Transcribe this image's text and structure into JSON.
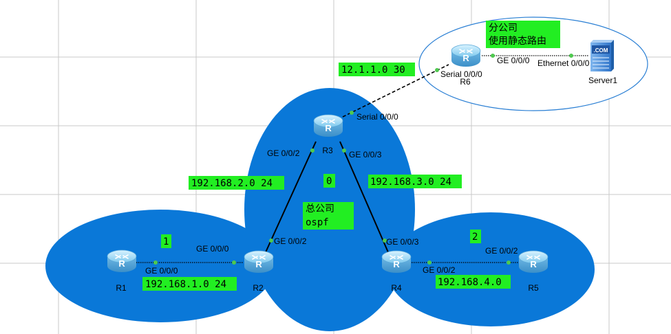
{
  "colors": {
    "area": "#0a78d8",
    "label_bg": "#22ee22",
    "link": "#000000",
    "port_dot": "#4fc94f",
    "grid": "#c8c8c8",
    "branch_outline": "#2a7fd4"
  },
  "areas": {
    "area0": {
      "id": "0",
      "name_line1": "总公司",
      "name_line2": "ospf"
    },
    "area1": {
      "id": "1"
    },
    "area2": {
      "id": "2"
    },
    "branch": {
      "name_line1": "分公司",
      "name_line2": "使用静态路由"
    }
  },
  "devices": {
    "r1": {
      "name": "R1",
      "icon": "router-icon"
    },
    "r2": {
      "name": "R2",
      "icon": "router-icon"
    },
    "r3": {
      "name": "R3",
      "icon": "router-icon"
    },
    "r4": {
      "name": "R4",
      "icon": "router-icon"
    },
    "r5": {
      "name": "R5",
      "icon": "router-icon"
    },
    "r6": {
      "name": "R6",
      "icon": "router-icon"
    },
    "server1": {
      "name": "Server1",
      "icon": "server-icon",
      "badge": ".COM"
    }
  },
  "ports": {
    "r1_r2_a": "GE 0/0/0",
    "r1_r2_b": "GE 0/0/0",
    "r2_r3_a": "GE 0/0/2",
    "r2_r3_b": "GE 0/0/2",
    "r3_r4_a": "GE 0/0/3",
    "r3_r4_b": "GE 0/0/3",
    "r4_r5_a": "GE 0/0/2",
    "r4_r5_b": "GE 0/0/2",
    "r3_serial": "Serial 0/0/0",
    "r6_serial": "Serial 0/0/0",
    "r6_ge": "GE 0/0/0",
    "server_eth": "Ethernet 0/0/0"
  },
  "networks": {
    "n1": "192.168.1.0 24",
    "n2": "192.168.2.0 24",
    "n3": "192.168.3.0 24",
    "n4": "192.168.4.0",
    "wan": "12.1.1.0 30"
  }
}
